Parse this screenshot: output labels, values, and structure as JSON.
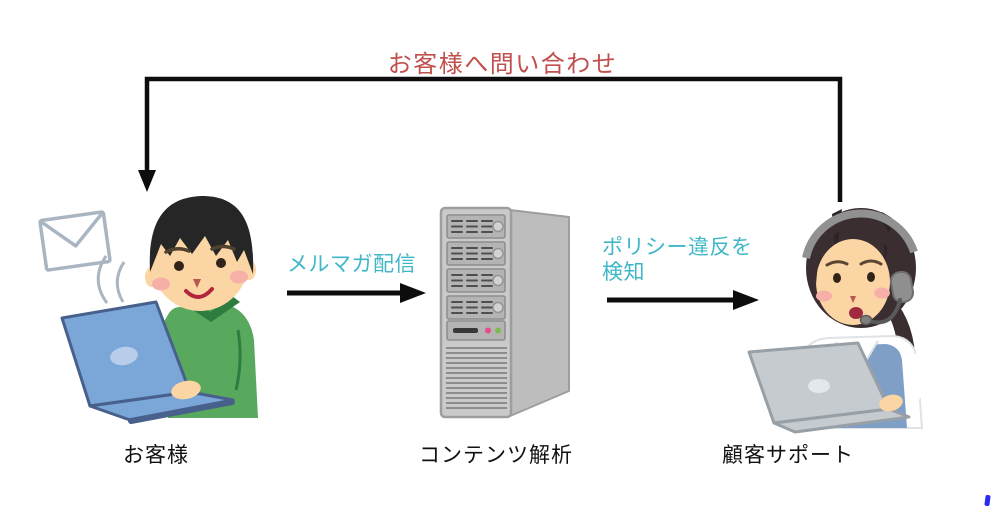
{
  "diagram": {
    "feedback_arrow": {
      "label": "お客様へ問い合わせ",
      "direction": "customer-support → customer"
    },
    "nodes": [
      {
        "id": "customer",
        "label": "お客様",
        "illustration": "man-sending-email-on-laptop"
      },
      {
        "id": "content-analysis",
        "label": "コンテンツ解析",
        "illustration": "server-tower"
      },
      {
        "id": "customer-support",
        "label": "顧客サポート",
        "illustration": "support-agent-with-headset"
      }
    ],
    "flows": [
      {
        "from": "customer",
        "to": "content-analysis",
        "label": "メルマガ配信",
        "label_lines": [
          "メルマガ配信"
        ]
      },
      {
        "from": "content-analysis",
        "to": "customer-support",
        "label": "ポリシー違反を検知",
        "label_lines": [
          "ポリシー違反を",
          "検知"
        ]
      }
    ],
    "colors": {
      "feedback_label": "#c0504d",
      "flow_label": "#3fb7c8",
      "node_label": "#111111",
      "arrow": "#0d0d0d",
      "background": "#ffffff"
    }
  }
}
